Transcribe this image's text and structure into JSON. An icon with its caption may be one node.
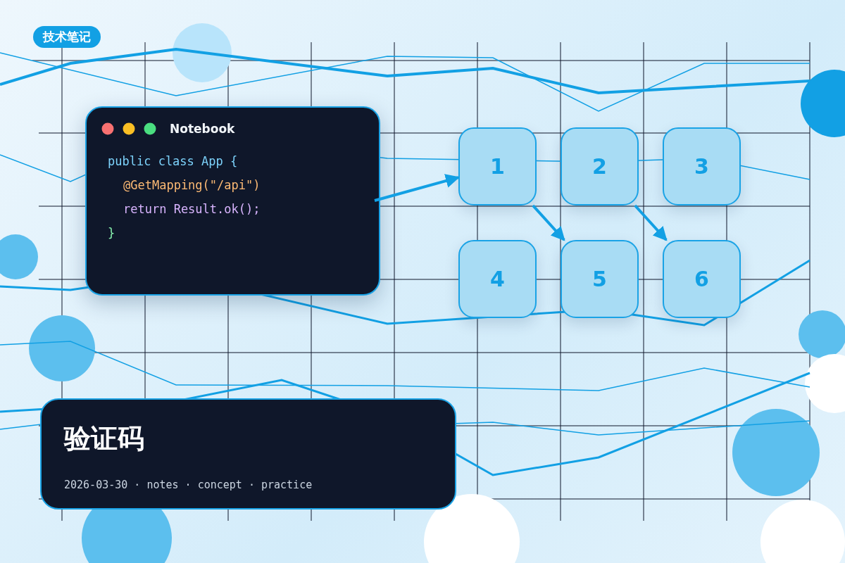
{
  "diagram": {
    "title": "验证码",
    "caption": "2026-03-30 · notes · concept · practice",
    "nodes": [
      {
        "text": [
          "Notebook",
          "public class App {",
          "@GetMapping(\"/api\")",
          "return Result.ok();",
          "}"
        ]
      },
      {
        "text": [
          "1"
        ]
      },
      {
        "text": [
          "2"
        ]
      },
      {
        "text": [
          "3"
        ]
      },
      {
        "text": [
          "4"
        ]
      },
      {
        "text": [
          "5"
        ]
      },
      {
        "text": [
          "6"
        ]
      }
    ],
    "edges": [
      {
        "from": 0,
        "to": 1,
        "arrow": "to"
      },
      {
        "from": 1,
        "to": 5,
        "arrow": "to"
      },
      {
        "from": 2,
        "to": 6,
        "arrow": "to"
      }
    ],
    "labels": [
      "技术笔记"
    ]
  }
}
